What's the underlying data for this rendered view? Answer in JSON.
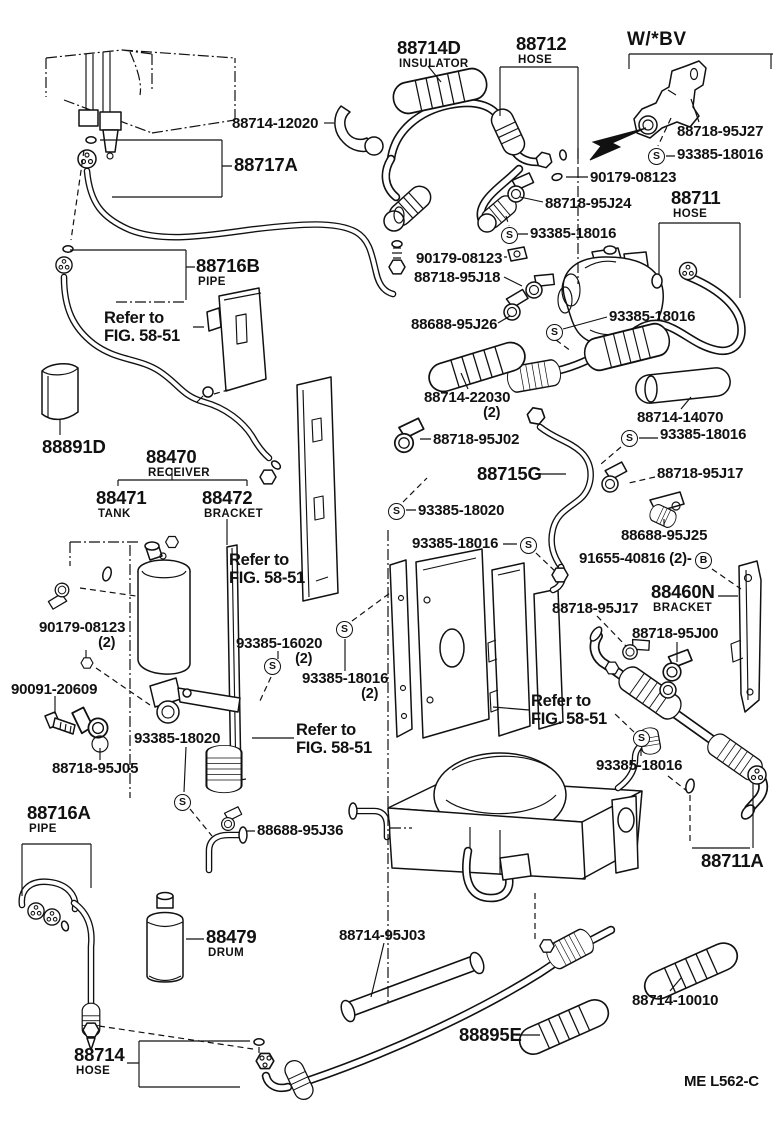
{
  "symbols": {
    "s": "S",
    "b": "B"
  },
  "labels": {
    "p88714d": {
      "text": "88714D",
      "sub": "INSULATOR"
    },
    "p88712": {
      "text": "88712",
      "sub": "HOSE"
    },
    "wbv": {
      "text": "W/*BV"
    },
    "p88714_12020": {
      "text": "88714-12020"
    },
    "p88717a": {
      "text": "88717A"
    },
    "p88718_95j27": {
      "text": "88718-95J27"
    },
    "s18016_a": {
      "text": "93385-18016"
    },
    "p90179_08123_a": {
      "text": "90179-08123"
    },
    "p88718_95j24": {
      "text": "88718-95J24"
    },
    "s18016_b": {
      "text": "93385-18016"
    },
    "p88711": {
      "text": "88711",
      "sub": "HOSE"
    },
    "p90179_08123_b": {
      "text": "90179-08123"
    },
    "p88718_95j18": {
      "text": "88718-95J18"
    },
    "p88716b": {
      "text": "88716B",
      "sub": "PIPE"
    },
    "refer": {
      "line1": "Refer to",
      "line2": "FIG. 58-51"
    },
    "p88688_95j26": {
      "text": "88688-95J26"
    },
    "s18016_c": {
      "text": "93385-18016"
    },
    "p88714_22030": {
      "text": "88714-22030",
      "qty": "(2)"
    },
    "p88714_14070": {
      "text": "88714-14070"
    },
    "p88891d": {
      "text": "88891D"
    },
    "p88718_95j02": {
      "text": "88718-95J02"
    },
    "p88715g": {
      "text": "88715G"
    },
    "s18016_d": {
      "text": "93385-18016"
    },
    "p88718_95j17_a": {
      "text": "88718-95J17"
    },
    "p88470": {
      "text": "88470",
      "sub": "RECEIVER"
    },
    "p88471": {
      "text": "88471",
      "sub": "TANK"
    },
    "p88472": {
      "text": "88472",
      "sub": "BRACKET"
    },
    "s18020_a": {
      "text": "93385-18020"
    },
    "s18016_e": {
      "text": "93385-18016"
    },
    "p88688_95j25": {
      "text": "88688-95J25"
    },
    "p91655_40816": {
      "text": "91655-40816 (2)-"
    },
    "p88460n": {
      "text": "88460N",
      "sub": "BRACKET"
    },
    "p88718_95j17_b": {
      "text": "88718-95J17"
    },
    "p88718_95j00": {
      "text": "88718-95J00"
    },
    "p90179_08123_c": {
      "text": "90179-08123",
      "qty": "(2)"
    },
    "p90091_20609": {
      "text": "90091-20609"
    },
    "p93385_16020": {
      "text": "93385-16020",
      "qty": "(2)"
    },
    "s18016_f": {
      "text": "93385-18016",
      "qty": "(2)"
    },
    "s18020_b": {
      "text": "93385-18020"
    },
    "p88718_95j05": {
      "text": "88718-95J05"
    },
    "p88716a": {
      "text": "88716A",
      "sub": "PIPE"
    },
    "p88688_95j36": {
      "text": "88688-95J36"
    },
    "s18016_g": {
      "text": "93385-18016"
    },
    "p88711a": {
      "text": "88711A"
    },
    "p88479": {
      "text": "88479",
      "sub": "DRUM"
    },
    "p88714": {
      "text": "88714",
      "sub": "HOSE"
    },
    "p88714_95j03": {
      "text": "88714-95J03"
    },
    "p88895e": {
      "text": "88895E"
    },
    "p88714_10010": {
      "text": "88714-10010"
    },
    "footer": {
      "text": "ME  L562-C"
    }
  }
}
